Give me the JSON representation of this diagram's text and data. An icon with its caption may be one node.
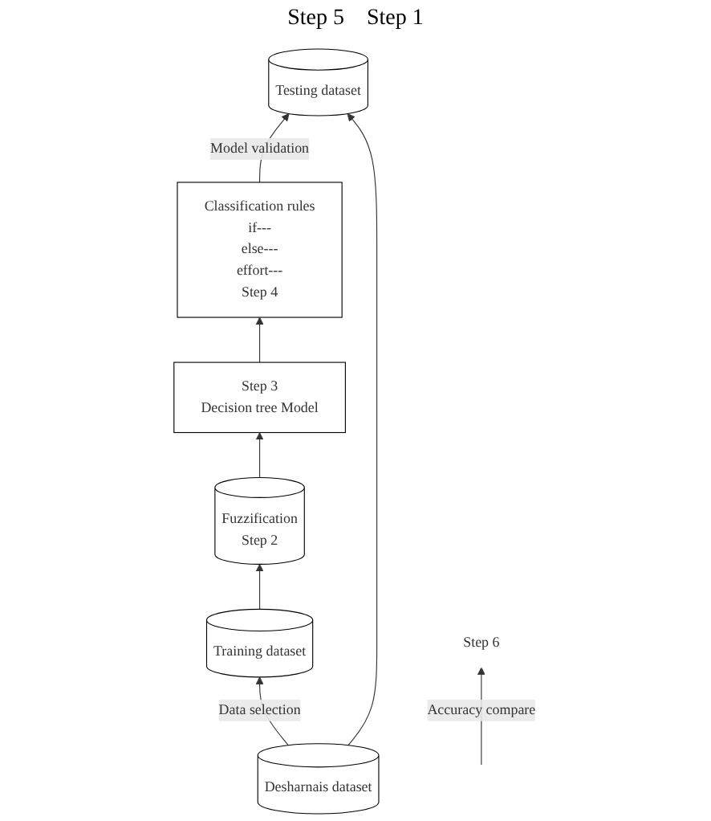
{
  "diagram": {
    "nodes": [
      {
        "text": [
          "Desharnais dataset"
        ]
      },
      {
        "text": [
          "Training dataset"
        ]
      },
      {
        "text": [
          "Testing dataset"
        ]
      },
      {
        "text": [
          "Fuzzification",
          "Step 2"
        ]
      },
      {
        "text": [
          "Step 3",
          "Decision tree Model"
        ]
      },
      {
        "text": [
          "Classification rules",
          "if---",
          "else---",
          "effort---",
          "Step 4"
        ]
      },
      {
        "text": [
          "Step 6"
        ]
      }
    ],
    "edges": [
      {
        "from": 0,
        "to": 1,
        "arrow": "to",
        "label": "Data selection"
      },
      {
        "from": 0,
        "to": 2,
        "arrow": "to"
      },
      {
        "from": 1,
        "to": 3,
        "arrow": "to"
      },
      {
        "from": 3,
        "to": 4,
        "arrow": "to"
      },
      {
        "from": 4,
        "to": 5,
        "arrow": "to"
      },
      {
        "from": 5,
        "to": 2,
        "arrow": "to",
        "label": "Model validation"
      },
      {
        "from": null,
        "to": 6,
        "arrow": "to",
        "label": "Accuracy compare"
      }
    ],
    "labels": [
      "Step 5",
      "Step 1"
    ]
  }
}
